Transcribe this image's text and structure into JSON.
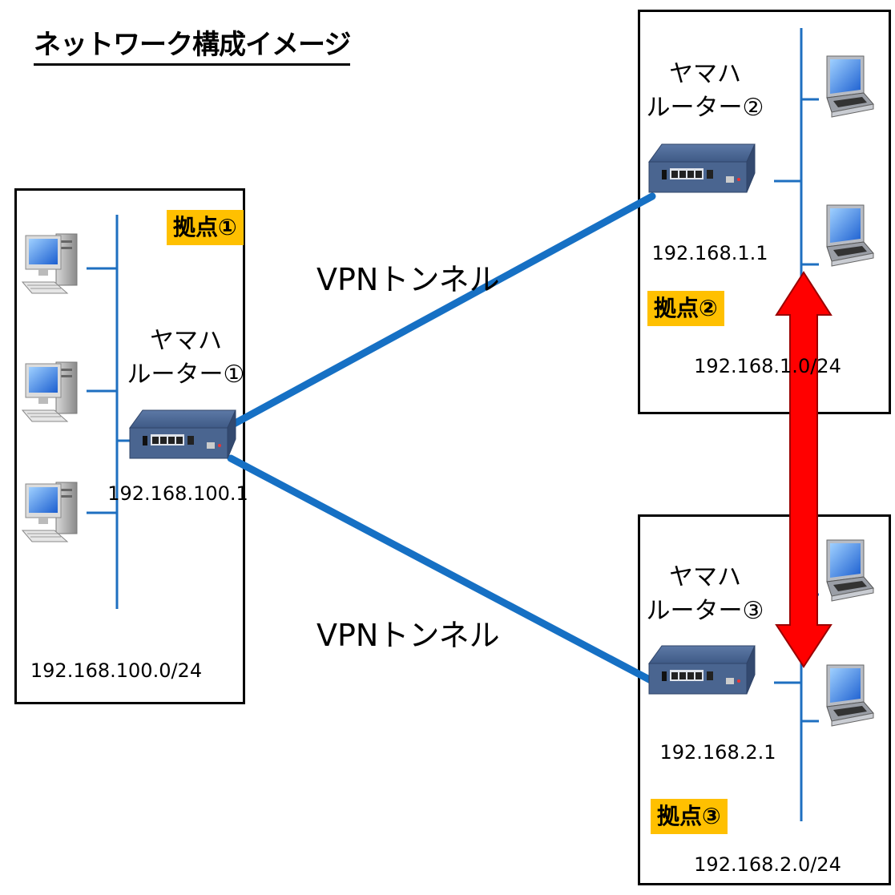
{
  "title": "ネットワーク構成イメージ",
  "colors": {
    "tunnel": "#1670C4",
    "lan_line": "#1E6FC0",
    "badge": "#FFC000",
    "arrow": "#FF0000",
    "router_body": "#4A6590"
  },
  "sites": [
    {
      "badge": "拠点①",
      "router_name_line1": "ヤマハ",
      "router_name_line2": "ルーター①",
      "router_ip": "192.168.100.1",
      "subnet": "192.168.100.0/24",
      "client_icon": "desktop-pc-icon"
    },
    {
      "badge": "拠点②",
      "router_name_line1": "ヤマハ",
      "router_name_line2": "ルーター②",
      "router_ip": "192.168.1.1",
      "subnet": "192.168.1.0/24",
      "client_icon": "laptop-icon"
    },
    {
      "badge": "拠点③",
      "router_name_line1": "ヤマハ",
      "router_name_line2": "ルーター③",
      "router_ip": "192.168.2.1",
      "subnet": "192.168.2.0/24",
      "client_icon": "laptop-icon"
    }
  ],
  "tunnels": [
    {
      "label": "VPNトンネル"
    },
    {
      "label": "VPNトンネル"
    }
  ]
}
